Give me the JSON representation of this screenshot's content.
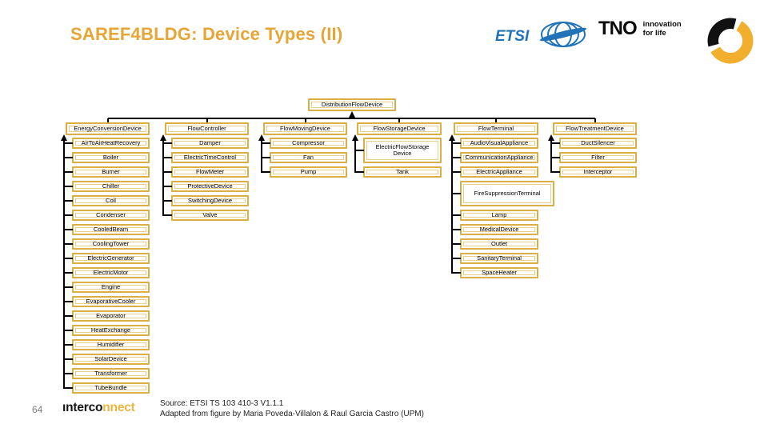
{
  "slide": {
    "title": "SAREF4BLDG: Device Types (II)",
    "page_number": "64",
    "source_line1": "Source: ETSI TS 103 410-3 V1.1.1",
    "source_line2": "Adapted from figure by Maria Poveda-Villalon & Raul Garcia Castro (UPM)"
  },
  "logos": {
    "etsi_label": "ETSI",
    "tno_label": "TNO",
    "tno_tagline_line1": "innovation",
    "tno_tagline_line2": "for life",
    "interconnect_part1": "ınterco",
    "interconnect_part2": "nnect"
  },
  "colors": {
    "title_gold": "#E6A535",
    "box_border_gold": "#DCAF44",
    "box_border_inner_gold": "#EACF8C",
    "connector_black": "#000000",
    "interconnect_gold": "#EDB63F",
    "ring_gold": "#F2AE2D",
    "etsi_blue": "#2173B9"
  },
  "tree": {
    "root": "DistributionFlowDevice",
    "columns": [
      {
        "name": "EnergyConversionDevice",
        "children": [
          "AirToAirHeatRecovery",
          "Boiler",
          "Burner",
          "Chiller",
          "Coil",
          "Condenser",
          "CooledBeam",
          "CoolingTower",
          "ElectricGenerator",
          "ElectricMotor",
          "Engine",
          "EvaporativeCooler",
          "Evaporator",
          "HeatExchange",
          "Humidifier",
          "SolarDevice",
          "Transformer",
          "TubeBundle"
        ]
      },
      {
        "name": "FlowController",
        "children": [
          "Damper",
          "ElectricTimeControl",
          "FlowMeter",
          "ProtectiveDevice",
          "SwitchingDevice",
          "Valve"
        ]
      },
      {
        "name": "FlowMovingDevice",
        "children": [
          "Compressor",
          "Fan",
          "Pump"
        ]
      },
      {
        "name": "FlowStorageDevice",
        "children": [
          {
            "label": "ElectricFlowStorage Device",
            "tall": true
          },
          "Tank"
        ]
      },
      {
        "name": "FlowTerminal",
        "children": [
          "AudioVisualAppliance",
          "CommunicationAppliance",
          "ElectricAppliance",
          {
            "label": "FireSuppressionTerminal",
            "tall": true,
            "wide": true
          },
          "Lamp",
          "MedicalDevice",
          "Outlet",
          "SanitaryTerminal",
          "SpaceHeater"
        ]
      },
      {
        "name": "FlowTreatmentDevice",
        "children": [
          "DuctSilencer",
          "Filter",
          "Interceptor"
        ]
      }
    ]
  }
}
